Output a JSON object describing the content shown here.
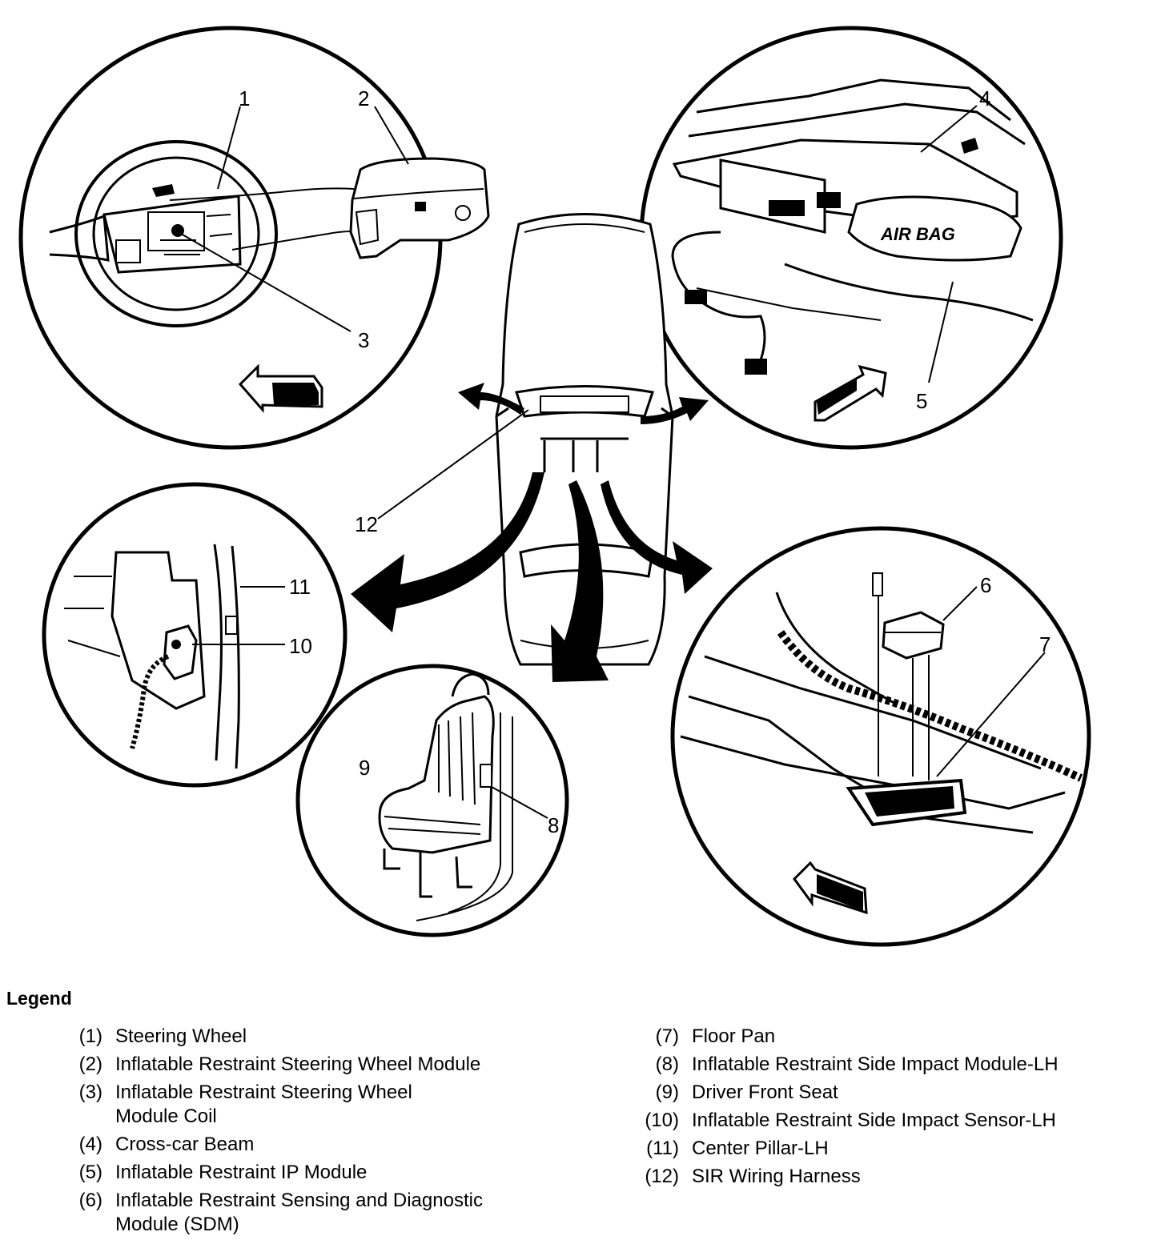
{
  "callouts": {
    "c1": "1",
    "c2": "2",
    "c3": "3",
    "c4": "4",
    "c5": "5",
    "c6": "6",
    "c7": "7",
    "c8": "8",
    "c9": "9",
    "c10": "10",
    "c11": "11",
    "c12": "12"
  },
  "airbag_stamp": "AIR BAG",
  "legend": {
    "title": "Legend",
    "left_items": [
      {
        "num": "(1)",
        "text": "Steering Wheel"
      },
      {
        "num": "(2)",
        "text": "Inflatable Restraint Steering Wheel Module"
      },
      {
        "num": "(3)",
        "text": "Inflatable Restraint Steering Wheel\nModule Coil"
      },
      {
        "num": "(4)",
        "text": "Cross-car Beam"
      },
      {
        "num": "(5)",
        "text": "Inflatable Restraint IP Module"
      },
      {
        "num": "(6)",
        "text": "Inflatable Restraint Sensing and Diagnostic\nModule (SDM)"
      }
    ],
    "right_items": [
      {
        "num": "(7)",
        "text": "Floor Pan"
      },
      {
        "num": "(8)",
        "text": "Inflatable Restraint Side Impact Module-LH"
      },
      {
        "num": "(9)",
        "text": "Driver Front Seat"
      },
      {
        "num": "(10)",
        "text": "Inflatable Restraint Side Impact Sensor-LH"
      },
      {
        "num": "(11)",
        "text": "Center Pillar-LH"
      },
      {
        "num": "(12)",
        "text": "SIR Wiring Harness"
      }
    ]
  }
}
